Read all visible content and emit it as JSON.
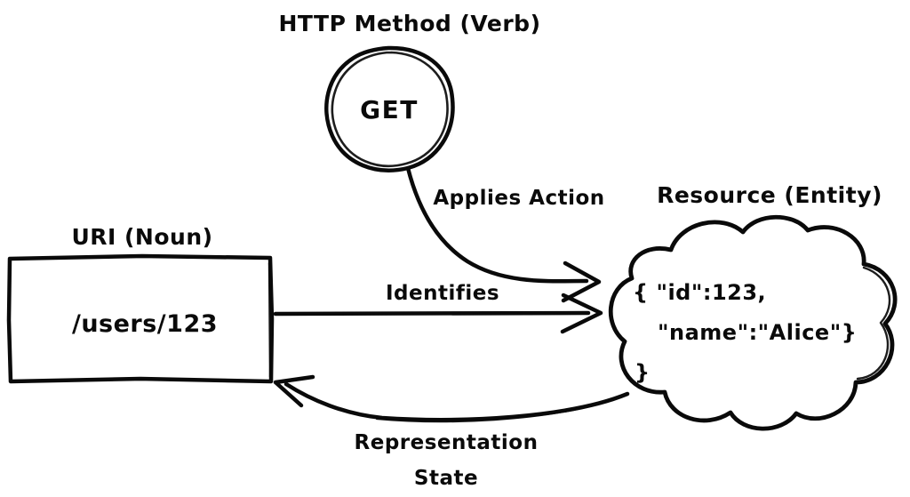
{
  "diagram": {
    "type": "rest-concept-diagram",
    "background_color": "#ffffff",
    "ink_color": "#0a0a0a",
    "style": "hand-drawn sketch"
  },
  "labels": {
    "http_method": "HTTP Method (Verb)",
    "uri": "URI (Noun)",
    "resource": "Resource (Entity)"
  },
  "nodes": {
    "verb_circle": {
      "text": "GET",
      "shape": "circle"
    },
    "uri_box": {
      "text": "/users/123",
      "shape": "rectangle"
    },
    "resource_cloud": {
      "shape": "cloud",
      "lines": [
        "{ \"id\":123,",
        "\"name\":\"Alice\"}",
        "}"
      ]
    }
  },
  "edges": {
    "applies_action": "Applies Action",
    "identifies": "Identifies",
    "representation_state_line1": "Representation",
    "representation_state_line2": "State"
  }
}
